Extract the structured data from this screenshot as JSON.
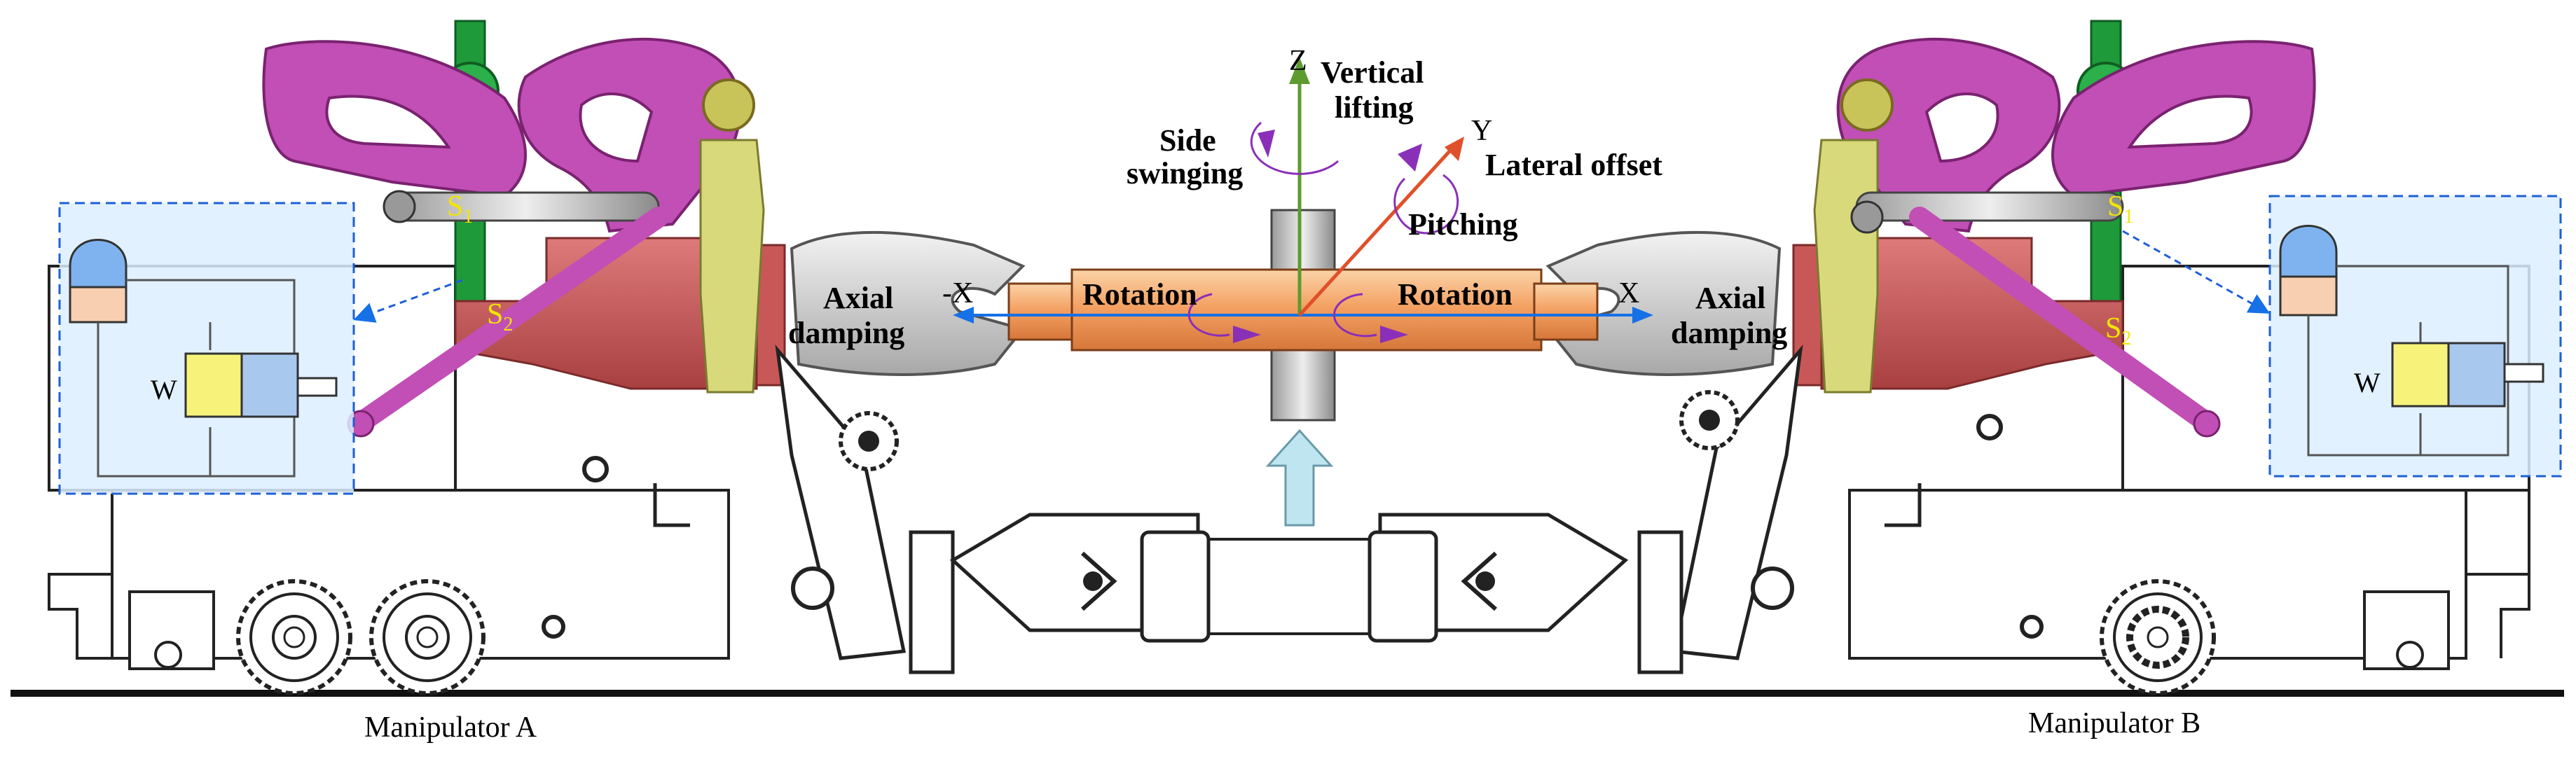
{
  "labels": {
    "z_axis": "Z",
    "y_axis": "Y",
    "x_pos": "X",
    "x_neg": "-X",
    "vertical_lifting_line1": "Vertical",
    "vertical_lifting_line2": "lifting",
    "side_swinging_line1": "Side",
    "side_swinging_line2": "swinging",
    "lateral_offset": "Lateral offset",
    "pitching": "Pitching",
    "rotation_left": "Rotation",
    "rotation_right": "Rotation",
    "axial_damping_left_line1": "Axial",
    "axial_damping_left_line2": "damping",
    "axial_damping_right_line1": "Axial",
    "axial_damping_right_line2": "damping",
    "manipulator_a": "Manipulator A",
    "manipulator_b": "Manipulator B",
    "s_label": "S",
    "sub_1": "1",
    "sub_2": "2",
    "spring_left": "W",
    "spring_right": "W"
  },
  "colors": {
    "magenta_arm": "#c14fb5",
    "green_pole": "#1f9a3a",
    "red_body": "#c85858",
    "khaki_link": "#d8d97a",
    "orange_cylinder": "#f4a264",
    "light_blue_panel": "#dcefff",
    "blue_axis": "#1670e6",
    "green_axis": "#5d9b2f",
    "red_axis": "#e0502a",
    "purple_arrow": "#8a2fb8",
    "label_yellow": "#f2e600"
  }
}
